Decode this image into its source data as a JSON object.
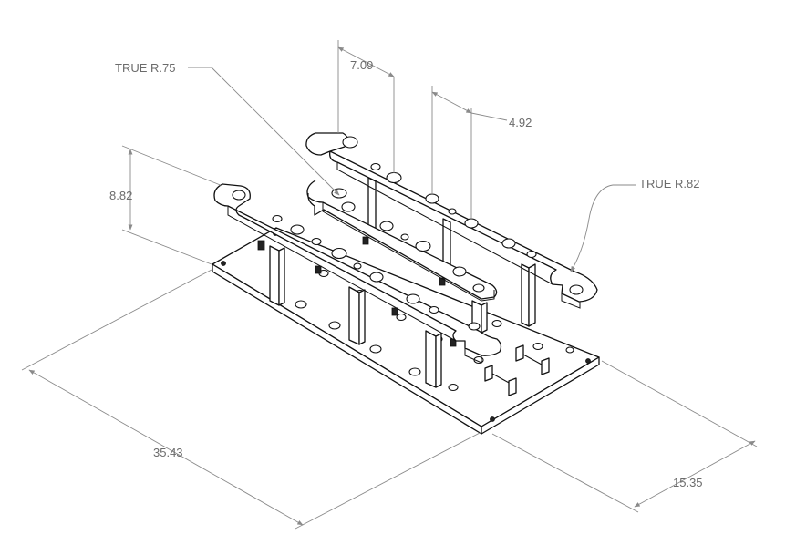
{
  "drawing": {
    "dimensions": {
      "top_width": "7.09",
      "top_spacing": "4.92",
      "height": "8.82",
      "length": "35.43",
      "depth": "15.35"
    },
    "callouts": {
      "radius_left": "TRUE R.75",
      "radius_right": "TRUE R.82"
    }
  }
}
